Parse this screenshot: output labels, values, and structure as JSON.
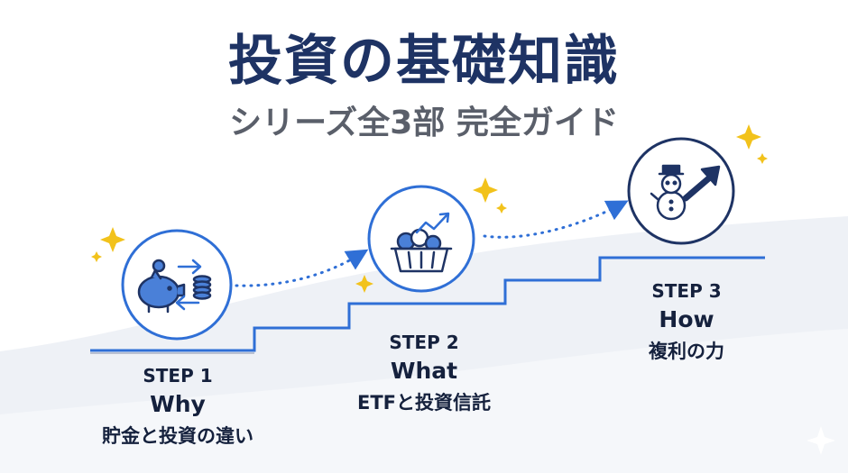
{
  "title": "投資の基礎知識",
  "subtitle": "シリーズ全3部 完全ガイド",
  "steps": [
    {
      "step": "STEP 1",
      "title": "Why",
      "subtitle": "貯金と投資の違い",
      "icon": "piggy-bank-coins-icon"
    },
    {
      "step": "STEP 2",
      "title": "What",
      "subtitle": "ETFと投資信託",
      "icon": "basket-growth-icon"
    },
    {
      "step": "STEP 3",
      "title": "How",
      "subtitle": "複利の力",
      "icon": "snowman-arrow-icon"
    }
  ],
  "colors": {
    "navy": "#1e3364",
    "blue": "#2f6fd6",
    "sparkle": "#f2c21b",
    "gray_text": "#5a5f6a",
    "background_wave": "#eef1f6"
  }
}
